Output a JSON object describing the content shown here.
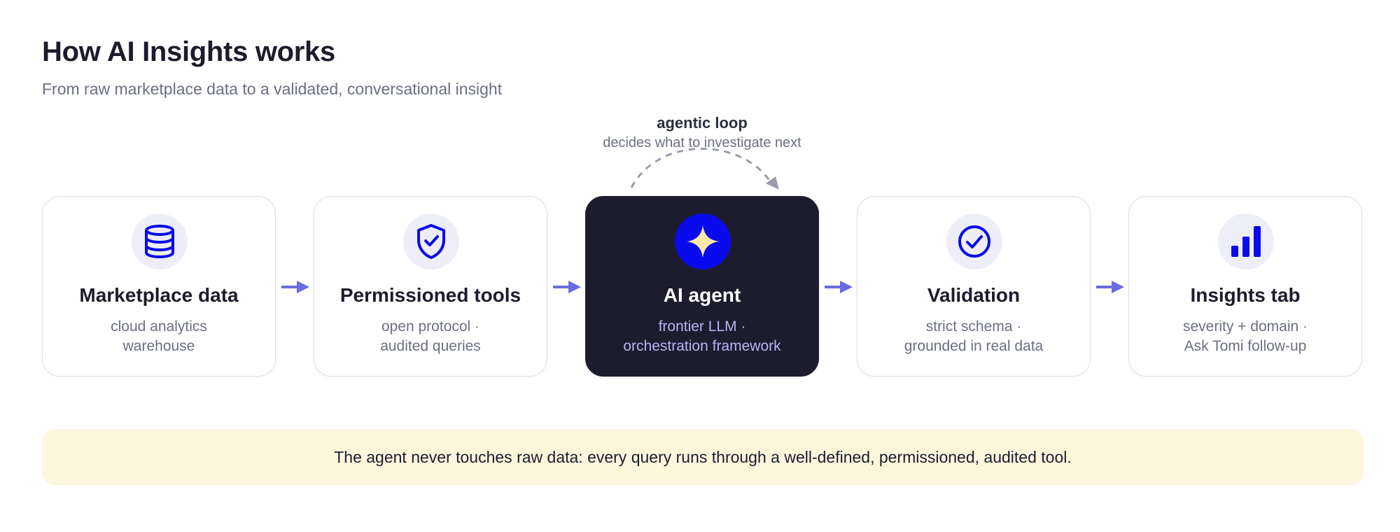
{
  "header": {
    "title": "How AI Insights works",
    "subtitle": "From raw marketplace data to a validated, conversational insight"
  },
  "loop": {
    "label": "agentic loop",
    "sublabel": "decides what to investigate next"
  },
  "steps": [
    {
      "title": "Marketplace data",
      "desc1": "cloud analytics",
      "desc2": "warehouse",
      "icon": "database-icon"
    },
    {
      "title": "Permissioned tools",
      "desc1": "open protocol ·",
      "desc2": "audited queries",
      "icon": "shield-check-icon"
    },
    {
      "title": "AI agent",
      "desc1": "frontier LLM ·",
      "desc2": "orchestration framework",
      "icon": "sparkle-icon"
    },
    {
      "title": "Validation",
      "desc1": "strict schema ·",
      "desc2": "grounded in real data",
      "icon": "check-circle-icon"
    },
    {
      "title": "Insights tab",
      "desc1": "severity + domain ·",
      "desc2": "Ask Tomi follow-up",
      "icon": "bar-chart-icon"
    }
  ],
  "banner": {
    "text": "The agent never touches raw data: every query runs through a well-defined, permissioned, audited tool."
  },
  "colors": {
    "accent": "#0a0aee",
    "arrow": "#6b6be0",
    "dark_card": "#1c1c2e",
    "banner_bg": "#fdf6dc",
    "icon_bg": "#eeeef8",
    "star": "#fbe7a8"
  }
}
